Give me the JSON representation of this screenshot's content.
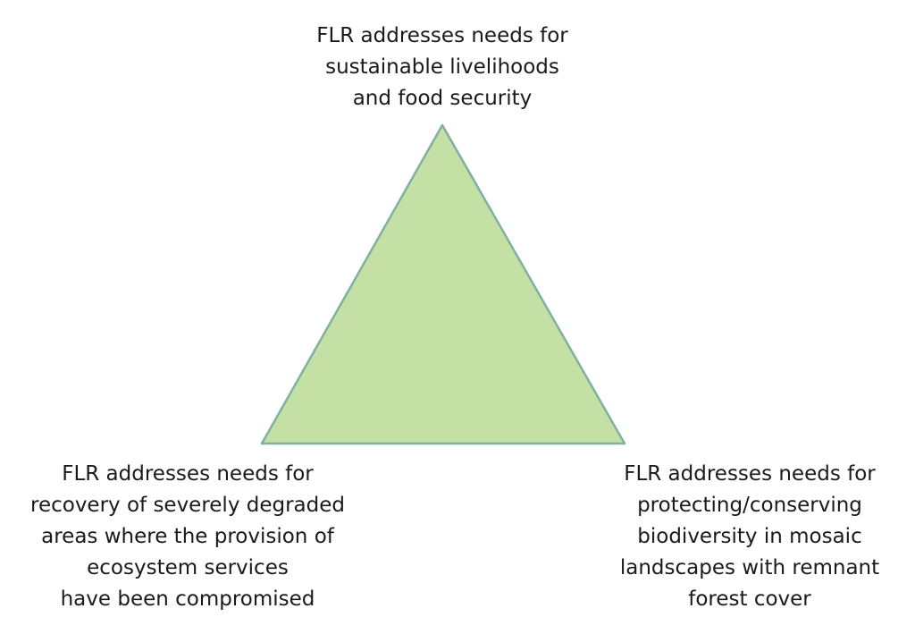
{
  "triangle": {
    "fill": "#c5e0a5",
    "stroke": "#7fb0a0"
  },
  "labels": {
    "top": [
      "FLR addresses needs for",
      "sustainable livelihoods",
      "and food security"
    ],
    "bottom_left": [
      "FLR addresses needs for",
      "recovery of severely degraded",
      "areas where the provision of",
      "ecosystem services",
      "have been compromised"
    ],
    "bottom_right": [
      "FLR addresses needs for",
      "protecting/conserving",
      "biodiversity in mosaic",
      "landscapes with remnant",
      "forest cover"
    ]
  }
}
